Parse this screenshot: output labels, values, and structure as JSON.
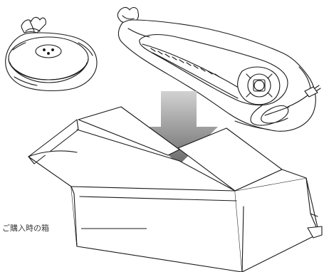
{
  "callout": {
    "label": "ご購入時の箱"
  },
  "colors": {
    "line": "#1a1a1a",
    "arrow_top": "#cfcfcf",
    "arrow_bottom": "#6e6e6e",
    "background": "#ffffff"
  },
  "icons": {
    "arrow": "down-arrow-icon",
    "base": "stand-base-in-bag",
    "lamp": "lamp-head-in-bag",
    "box": "cardboard-box"
  }
}
